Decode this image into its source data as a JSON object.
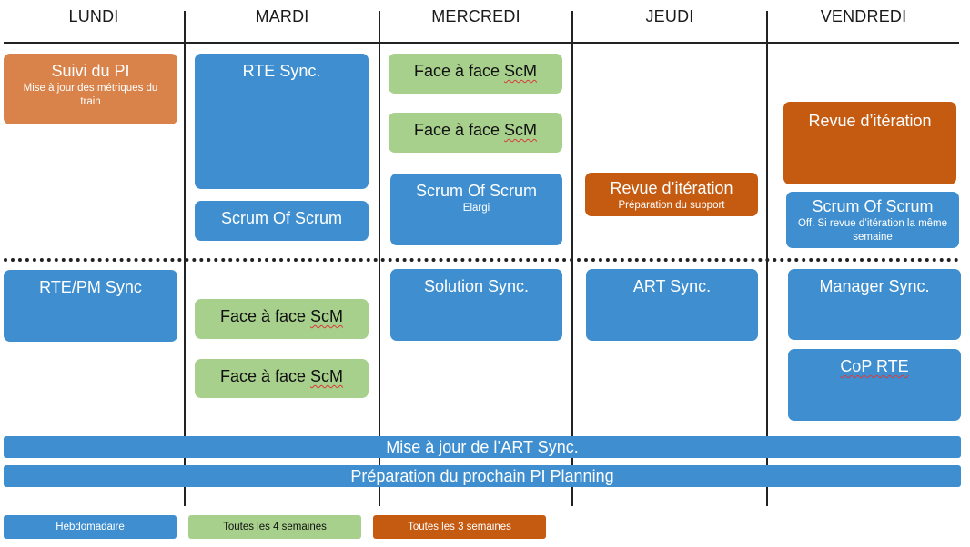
{
  "days": [
    "LUNDI",
    "MARDI",
    "MERCREDI",
    "JEUDI",
    "VENDREDI"
  ],
  "colors": {
    "hebdo": "#3f8fd0",
    "quatre_semaines": "#a8d08d",
    "trois_semaines": "#c55a11",
    "suivi_pi": "#d9834a"
  },
  "lundi": {
    "suivi_title": "Suivi du PI",
    "suivi_sub": "Mise à jour des métriques du train",
    "rte_pm": "RTE/PM Sync"
  },
  "mardi": {
    "rte_sync": "RTE Sync.",
    "scrum_of_scrum": "Scrum Of Scrum",
    "face1_pre": "Face à face ",
    "face1_scm": "ScM",
    "face2_pre": "Face à face ",
    "face2_scm": "ScM"
  },
  "mercredi": {
    "face1_pre": "Face à face ",
    "face1_scm": "ScM",
    "face2_pre": "Face à face ",
    "face2_scm": "ScM",
    "sos_title": "Scrum Of Scrum",
    "sos_sub": "Elargi",
    "solution_sync": "Solution Sync."
  },
  "jeudi": {
    "revue_title": "Revue d’itération",
    "revue_sub": "Préparation du support",
    "art_sync": "ART Sync."
  },
  "vendredi": {
    "revue_title": "Revue d’itération",
    "sos_title": "Scrum Of Scrum",
    "sos_sub": "Off. Si revue d’itération la même semaine",
    "manager_sync": "Manager Sync.",
    "cop_rte": "CoP RTE"
  },
  "bands": {
    "art_sync_update": "Mise à jour de l’ART Sync.",
    "pi_planning_prep": "Préparation du prochain PI Planning"
  },
  "legend": {
    "hebdo": "Hebdomadaire",
    "quatre_semaines": "Toutes les 4 semaines",
    "trois_semaines": "Toutes les 3 semaines"
  }
}
